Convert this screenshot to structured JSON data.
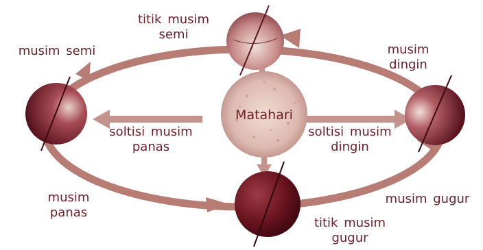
{
  "sun": {
    "label": "Matahari"
  },
  "labels": {
    "titik_musim_semi": [
      "titik musim",
      "semi"
    ],
    "musim_semi": [
      "musim semi"
    ],
    "musim_dingin": [
      "musim",
      "dingin"
    ],
    "soltisi_musim_panas": [
      "soltisi musim",
      "panas"
    ],
    "soltisi_musim_dingin": [
      "soltisi musim",
      "dingin"
    ],
    "musim_panas": [
      "musim",
      "panas"
    ],
    "musim_gugur": [
      "musim gugur"
    ],
    "titik_musim_gugur": [
      "titik musim",
      "gugur"
    ]
  },
  "colors": {
    "text": "#6b1f2a",
    "orbit": "#b77d75",
    "arrow": "#c4938c",
    "earth_dark": "#6a1420",
    "sun": "#e3c7bd"
  }
}
